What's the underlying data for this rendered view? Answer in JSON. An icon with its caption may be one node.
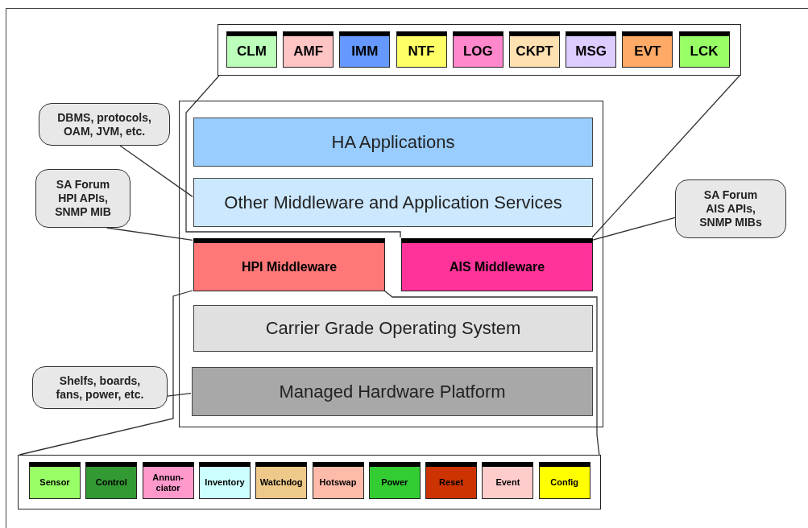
{
  "diagram": {
    "nodes": [
      {
        "text": [],
        "shape": "box"
      },
      {
        "text": [
          "CLM"
        ],
        "in": 0
      },
      {
        "text": [
          "AMF"
        ],
        "in": 0
      },
      {
        "text": [
          "IMM"
        ],
        "in": 0
      },
      {
        "text": [
          "NTF"
        ],
        "in": 0
      },
      {
        "text": [
          "LOG"
        ],
        "in": 0
      },
      {
        "text": [
          "CKPT"
        ],
        "in": 0
      },
      {
        "text": [
          "MSG"
        ],
        "in": 0
      },
      {
        "text": [
          "EVT"
        ],
        "in": 0
      },
      {
        "text": [
          "LCK"
        ],
        "in": 0
      },
      {
        "text": [],
        "shape": "box"
      },
      {
        "text": [
          "HA Applications"
        ],
        "in": 10
      },
      {
        "text": [
          "Other Middleware and Application Services"
        ],
        "in": 10
      },
      {
        "text": [
          "HPI Middleware"
        ],
        "in": 10
      },
      {
        "text": [
          "AIS Middleware"
        ],
        "in": 10
      },
      {
        "text": [
          "Carrier Grade Operating System"
        ],
        "in": 10
      },
      {
        "text": [
          "Managed Hardware Platform"
        ],
        "in": 10
      },
      {
        "text": [
          "DBMS, protocols, OAM, JVM, etc."
        ]
      },
      {
        "text": [
          "SA Forum HPI APIs, SNMP MIB"
        ]
      },
      {
        "text": [
          "SA Forum AIS APIs, SNMP MIBs"
        ]
      },
      {
        "text": [
          "Shelfs, boards, fans, power, etc."
        ]
      },
      {
        "text": [],
        "shape": "box"
      },
      {
        "text": [
          "Sensor"
        ],
        "in": 21
      },
      {
        "text": [
          "Control"
        ],
        "in": 21
      },
      {
        "text": [
          "Annun-ciator"
        ],
        "in": 21
      },
      {
        "text": [
          "Inventory"
        ],
        "in": 21
      },
      {
        "text": [
          "Watchdog"
        ],
        "in": 21
      },
      {
        "text": [
          "Hotswap"
        ],
        "in": 21
      },
      {
        "text": [
          "Power"
        ],
        "in": 21
      },
      {
        "text": [
          "Reset"
        ],
        "in": 21
      },
      {
        "text": [
          "Event"
        ],
        "in": 21
      },
      {
        "text": [
          "Config"
        ],
        "in": 21
      }
    ],
    "edges": [
      {
        "from": 17,
        "to": 12,
        "arrow": "none"
      },
      {
        "from": 18,
        "to": 13,
        "arrow": "none"
      },
      {
        "from": 19,
        "to": 14,
        "arrow": "none"
      },
      {
        "from": 20,
        "to": 16,
        "arrow": "none"
      },
      {
        "from": 0,
        "to": 14,
        "arrow": "none"
      },
      {
        "from": 0,
        "to": 14,
        "arrow": "none"
      },
      {
        "from": 21,
        "to": 13,
        "arrow": "none"
      },
      {
        "from": 21,
        "to": 13,
        "arrow": "none"
      }
    ]
  }
}
